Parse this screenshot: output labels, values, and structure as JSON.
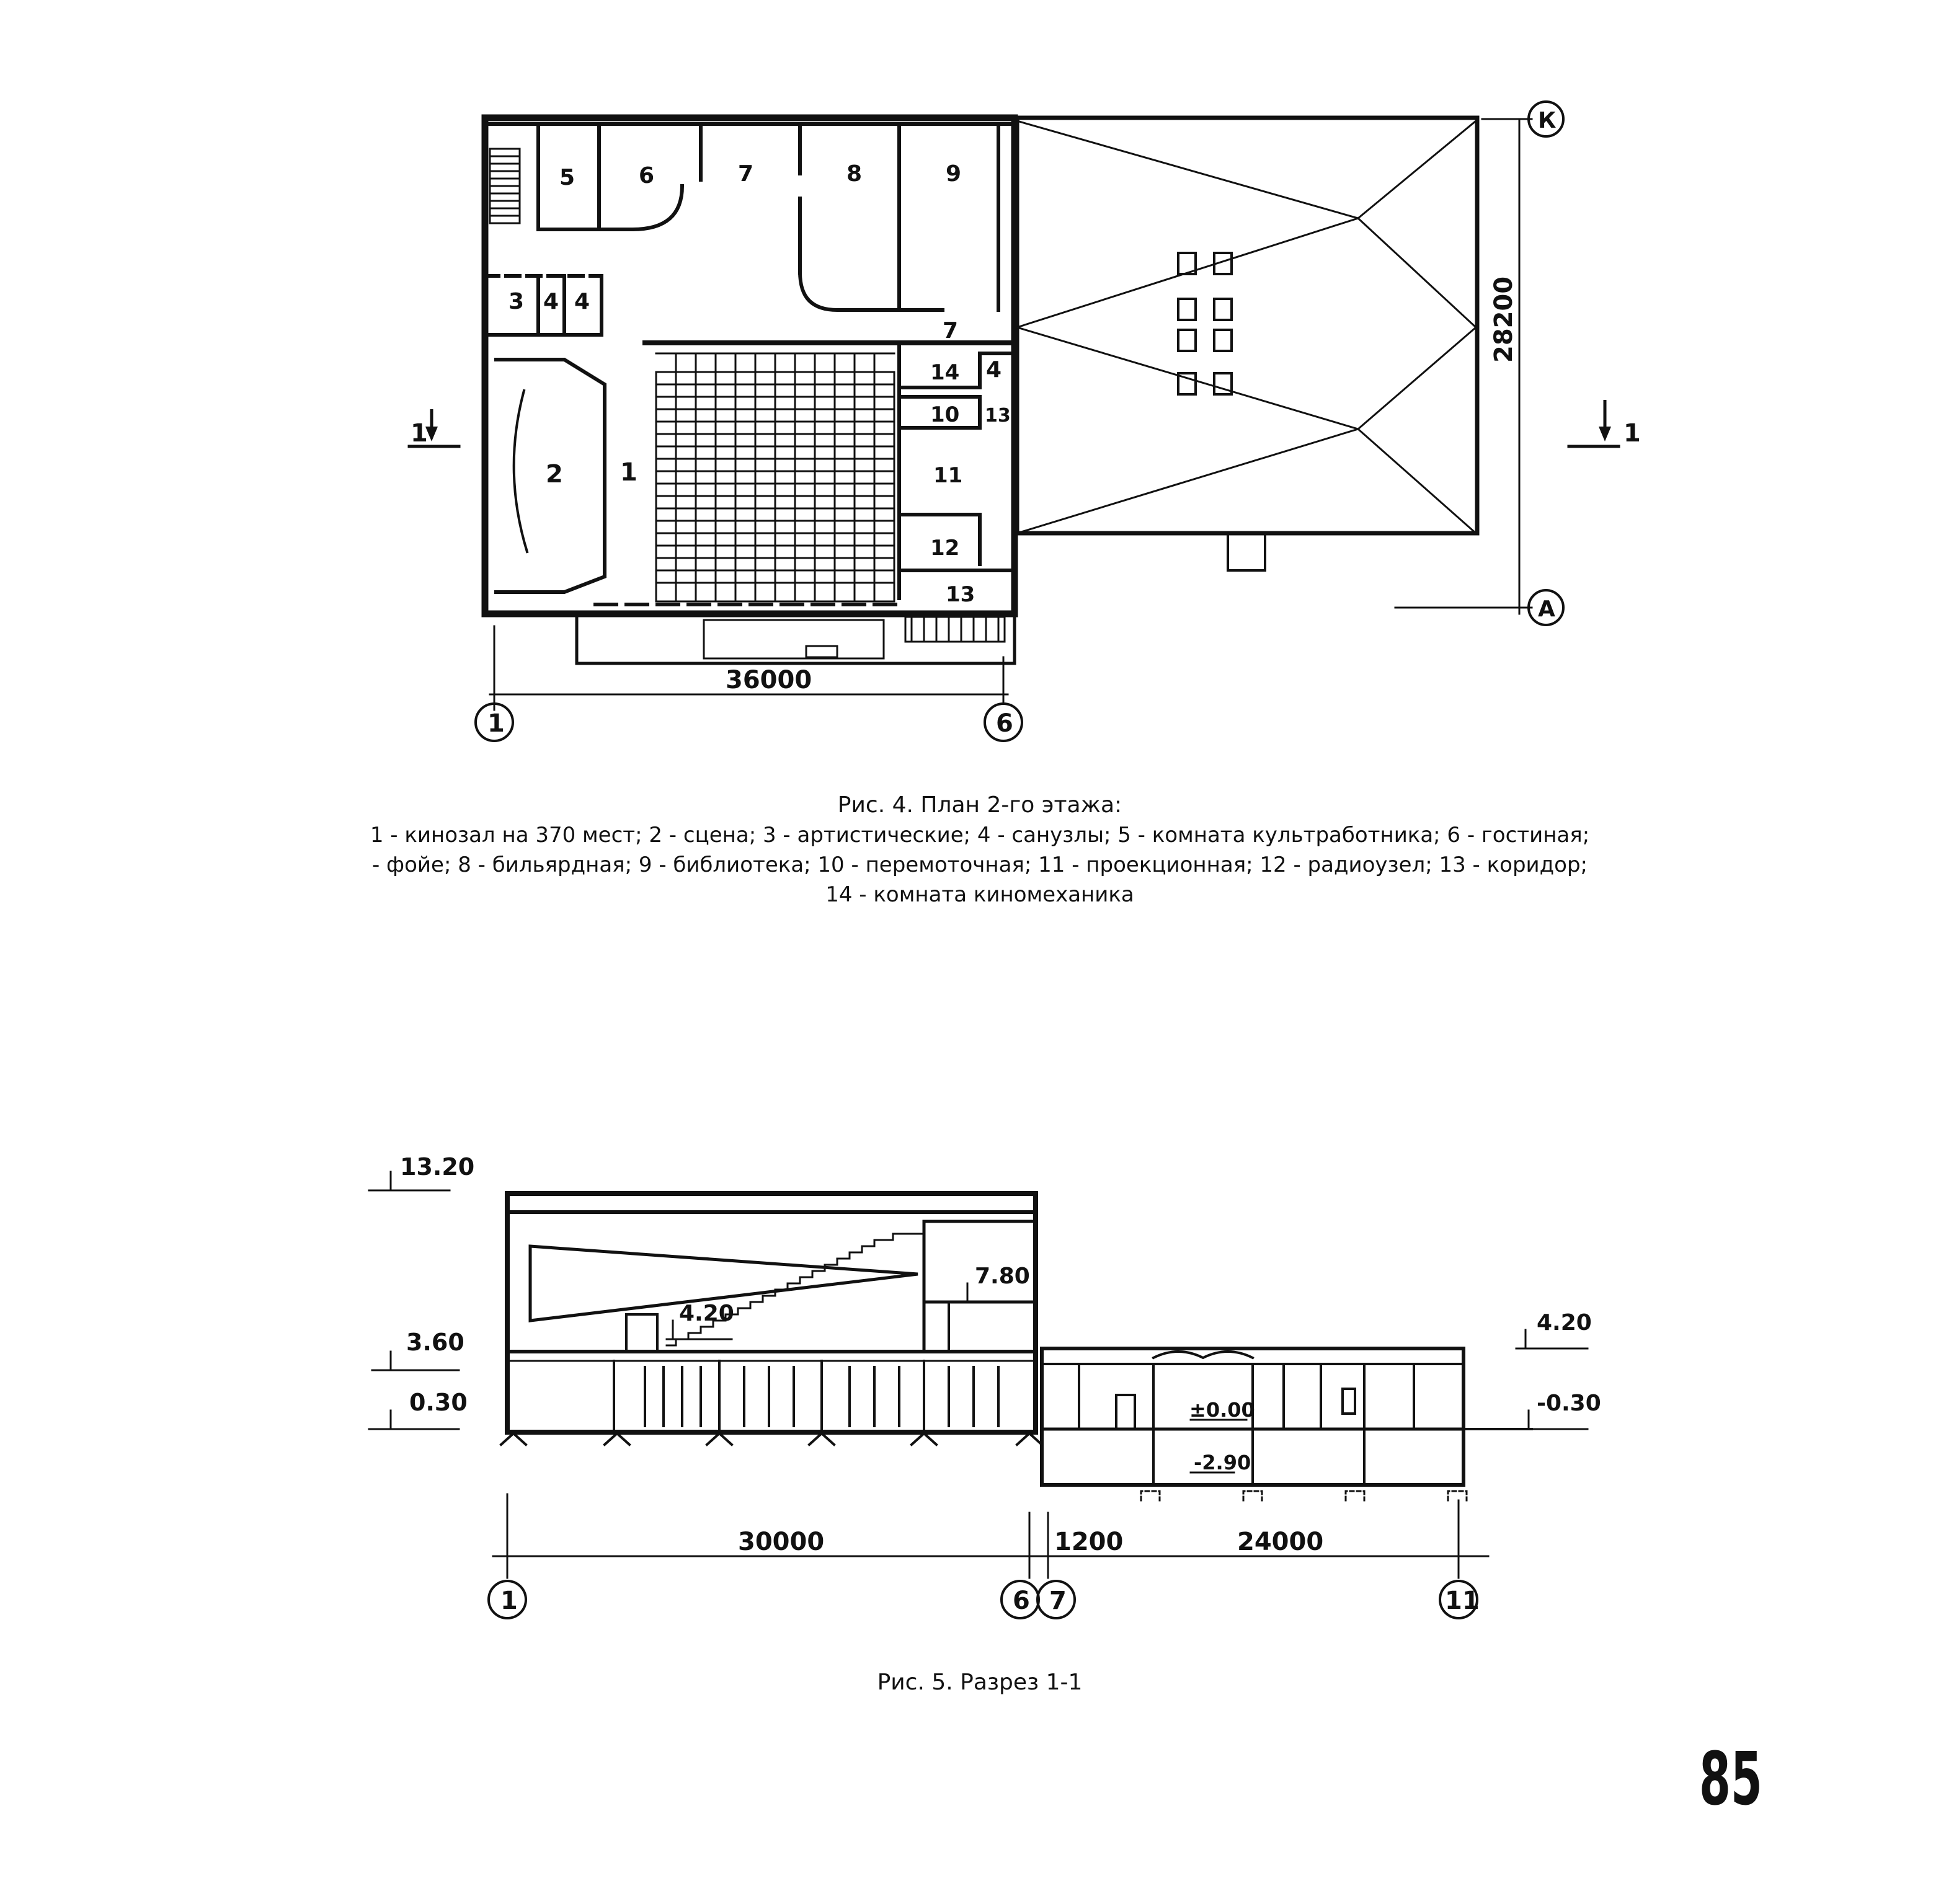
{
  "figure4": {
    "caption_title": "Рис. 4. План 2-го этажа:",
    "caption_line1": "1 - кинозал на 370 мест; 2 - сцена; 3 - артистические; 4 - санузлы; 5 - комната культработника; 6 - гостиная;",
    "caption_line2": "- фойе;  8 - бильярдная; 9 - библиотека; 10 - перемоточная; 11 - проекционная; 12 - радиоузел; 13  - коридор;",
    "caption_line3": "14 - комната киномеханика",
    "rooms": {
      "r1": "1",
      "r2": "2",
      "r3": "3",
      "r4a": "4",
      "r4b": "4",
      "r4c": "4",
      "r5": "5",
      "r6": "6",
      "r7a": "7",
      "r7b": "7",
      "r8": "8",
      "r9": "9",
      "r10": "10",
      "r11": "11",
      "r12": "12",
      "r13a": "13",
      "r13b": "13",
      "r14": "14"
    },
    "dim_width": "36000",
    "dim_depth": "28200",
    "axis_left": "1",
    "axis_right": "6",
    "axis_top": "К",
    "axis_bottom": "А",
    "section_mark_left": "1",
    "section_mark_right": "1"
  },
  "figure5": {
    "caption": "Рис. 5. Разрез 1-1",
    "levels": {
      "l1320": "13.20",
      "l360": "3.60",
      "l030": "0.30",
      "l780": "7.80",
      "l420a": "4.20",
      "l420b": "4.20",
      "lm030": "-0.30",
      "l000": "±0.00",
      "lm290": "-2.90"
    },
    "dims": {
      "d30000": "30000",
      "d1200": "1200",
      "d24000": "24000"
    },
    "axes": {
      "a1": "1",
      "a6": "6",
      "a7": "7",
      "a11": "11"
    }
  },
  "page_number": "85"
}
